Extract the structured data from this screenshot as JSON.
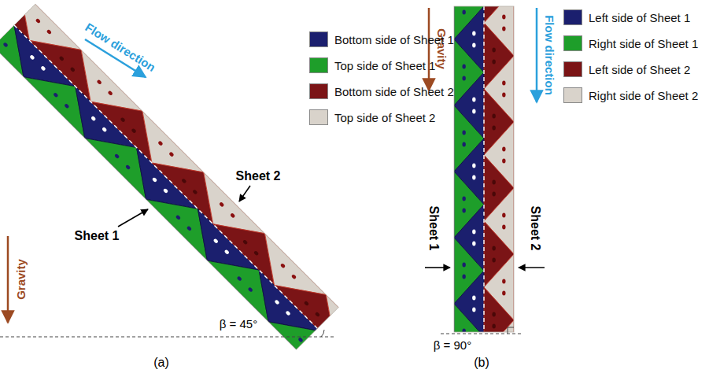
{
  "diagram": {
    "labels": [
      "Flow direction",
      "Gravity",
      "Sheet 1",
      "Sheet 2",
      "β = 45°",
      "(a)",
      "Gravity",
      "Flow direction",
      "Sheet 1",
      "Sheet 2",
      "β = 90°",
      "(b)"
    ],
    "legend": [
      {
        "text": "Bottom side of Sheet 1",
        "color": "#1b1f6e"
      },
      {
        "text": "Top side of Sheet 1",
        "color": "#1e9e2a"
      },
      {
        "text": "Bottom side of Sheet 2",
        "color": "#7b1416"
      },
      {
        "text": "Top side of Sheet 2",
        "color": "#d9d3cb"
      },
      {
        "text": "Left side of Sheet 1",
        "color": "#1b1f6e"
      },
      {
        "text": "Right side of Sheet 1",
        "color": "#1e9e2a"
      },
      {
        "text": "Left side of Sheet 2",
        "color": "#7b1416"
      },
      {
        "text": "Right side of Sheet 2",
        "color": "#d9d3cb"
      }
    ]
  }
}
